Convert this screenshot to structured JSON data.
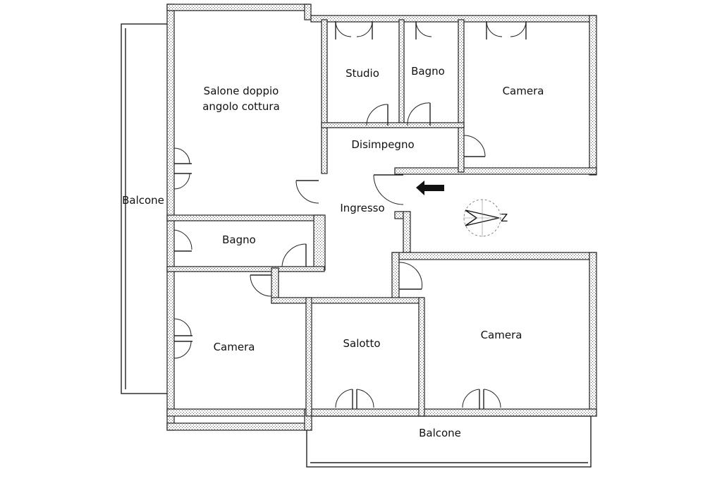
{
  "rooms": {
    "salone": [
      "Salone doppio",
      "angolo cottura"
    ],
    "studio": "Studio",
    "bagno_top": "Bagno",
    "camera_top_right": "Camera",
    "disimpegno": "Disimpegno",
    "ingresso": "Ingresso",
    "balcone_left": "Balcone",
    "bagno_mid": "Bagno",
    "camera_bottom_left": "Camera",
    "salotto": "Salotto",
    "camera_bottom_right": "Camera",
    "balcone_bottom": "Balcone"
  },
  "compass": {
    "north_letter": "Z"
  },
  "colors": {
    "line": "#222222",
    "background": "#ffffff"
  }
}
